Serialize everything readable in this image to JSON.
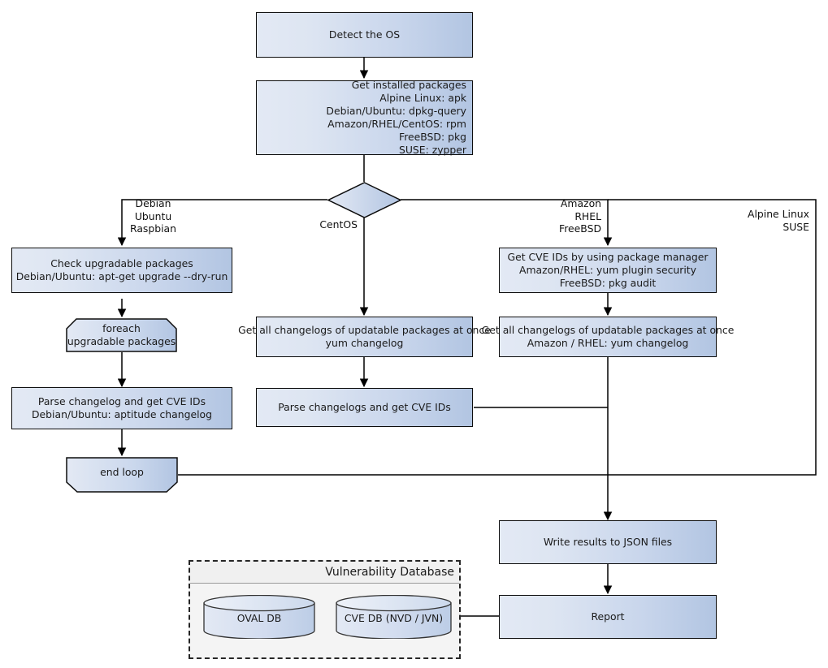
{
  "diagram": {
    "title": "Vulnerability scanning flowchart",
    "colors": {
      "node_fill_left": "#e3e9f4",
      "node_fill_right": "#b2c5e2",
      "node_border": "#0d0d0d",
      "group_bg": "#f4f4f4",
      "group_border": "#262626",
      "edge": "#000000"
    }
  },
  "nodes": {
    "detect_os": {
      "line1": "Detect the OS"
    },
    "get_installed": {
      "line1": "Get installed packages",
      "line2": "Alpine Linux: apk",
      "line3": "Debian/Ubuntu: dpkg-query",
      "line4": "Amazon/RHEL/CentOS: rpm",
      "line5": "FreeBSD: pkg",
      "line6": "SUSE: zypper"
    },
    "decision": {
      "label": ""
    },
    "check_upgradable": {
      "line1": "Check upgradable packages",
      "line2": "Debian/Ubuntu: apt-get upgrade --dry-run"
    },
    "foreach": {
      "line1": "foreach",
      "line2": "upgradable  packages"
    },
    "parse_changelog_left": {
      "line1": "Parse changelog and get  CVE IDs",
      "line2": "Debian/Ubuntu: aptitude changelog"
    },
    "end_loop": {
      "line1": "end loop"
    },
    "changelogs_center": {
      "line1": "Get all changelogs of updatable packages at once",
      "line2": "yum changelog"
    },
    "parse_changelogs_center": {
      "line1": "Parse changelogs and get CVE IDs"
    },
    "get_cve_pkgmgr": {
      "line1": "Get CVE IDs by using package manager",
      "line2": "Amazon/RHEL: yum plugin security",
      "line3": "FreeBSD: pkg audit"
    },
    "changelogs_right": {
      "line1": "Get all changelogs of updatable packages at once",
      "line2": "Amazon / RHEL: yum changelog"
    },
    "write_json": {
      "line1": "Write results to JSON files"
    },
    "report": {
      "line1": "Report"
    }
  },
  "edge_labels": {
    "debian_branch": {
      "line1": "Debian",
      "line2": "Ubuntu",
      "line3": "Raspbian"
    },
    "centos_branch": {
      "line1": "CentOS"
    },
    "amazon_branch": {
      "line1": "Amazon",
      "line2": "RHEL",
      "line3": "FreeBSD"
    },
    "alpine_branch": {
      "line1": "Alpine Linux",
      "line2": "SUSE"
    }
  },
  "group": {
    "title": "Vulnerability Database",
    "databases": [
      {
        "label": "OVAL DB"
      },
      {
        "label": "CVE DB (NVD / JVN)"
      }
    ]
  }
}
